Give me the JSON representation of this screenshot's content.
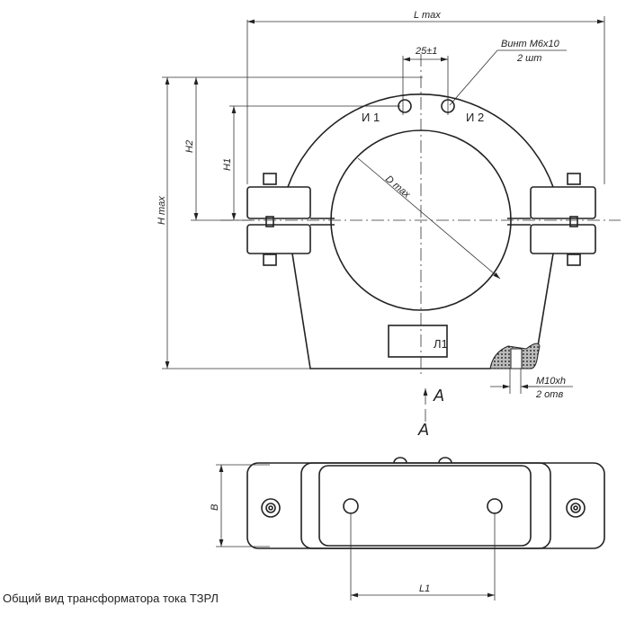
{
  "title": "Общий вид трансформатора тока ТЗРЛ",
  "dimensions": {
    "l_max": "L max",
    "spacing": "25±1",
    "screw_note": "Винт М6х10",
    "screw_qty": "2 шт",
    "h_max": "H max",
    "h2": "H2",
    "h1": "H1",
    "d_max": "D max",
    "thread": "M10xh",
    "thread_qty": "2 отв",
    "b": "B",
    "l1": "L1"
  },
  "terminals": {
    "t1": "И 1",
    "t2": "И 2",
    "plate": "Л1"
  },
  "section": {
    "arrow_label": "A",
    "view_label": "A"
  }
}
